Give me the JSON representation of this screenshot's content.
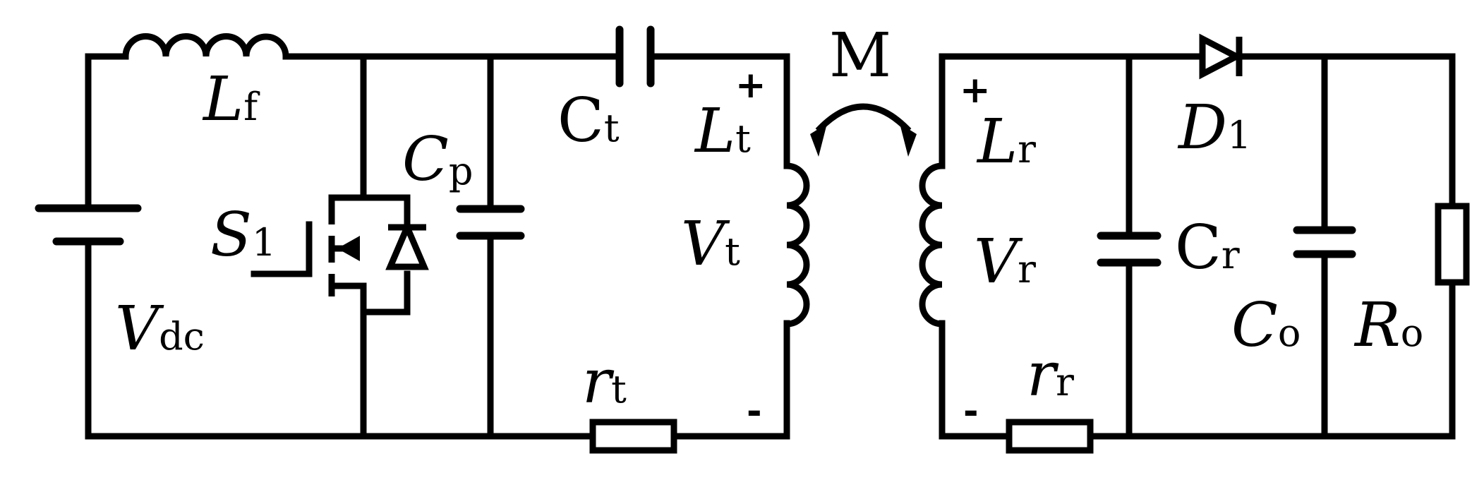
{
  "labels": {
    "lf": {
      "main": "L",
      "sub": "f"
    },
    "cp": {
      "main": "C",
      "sub": "p"
    },
    "ct": {
      "main": "C",
      "sub": "t"
    },
    "lt": {
      "main": "L",
      "sub": "t"
    },
    "vt": {
      "main": "V",
      "sub": "t"
    },
    "rt": {
      "main": "r",
      "sub": "t"
    },
    "s1": {
      "main": "S",
      "sub": "1"
    },
    "vdc": {
      "main": "V",
      "sub": "dc"
    },
    "m": "M",
    "lr": {
      "main": "L",
      "sub": "r"
    },
    "vr": {
      "main": "V",
      "sub": "r"
    },
    "rr": {
      "main": "r",
      "sub": "r"
    },
    "d1": {
      "main": "D",
      "sub": "1"
    },
    "cr": {
      "main": "C",
      "sub": "r"
    },
    "co": {
      "main": "C",
      "sub": "o"
    },
    "ro": {
      "main": "R",
      "sub": "o"
    }
  },
  "polarity": {
    "plus": "+",
    "minus": "-"
  }
}
